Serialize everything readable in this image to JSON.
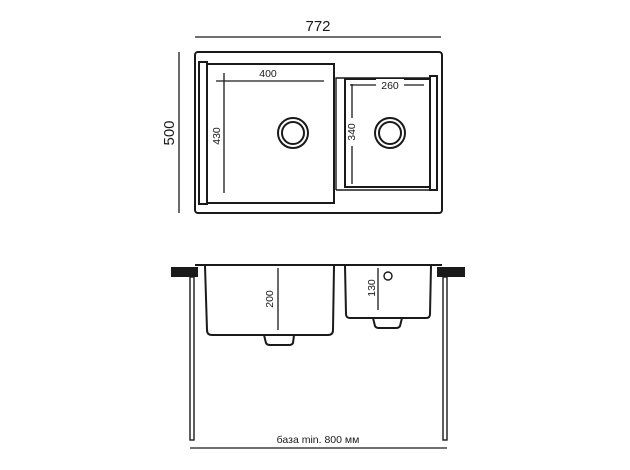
{
  "top_view": {
    "overall_width": "772",
    "overall_depth": "500",
    "left_bowl_width": "400",
    "left_bowl_depth": "430",
    "right_bowl_width": "260",
    "right_bowl_depth": "340"
  },
  "side_view": {
    "left_bowl_height": "200",
    "right_bowl_height": "130",
    "cabinet_base": "база min. 800 мм"
  },
  "colors": {
    "line": "#1a1a1a",
    "background": "#ffffff"
  }
}
